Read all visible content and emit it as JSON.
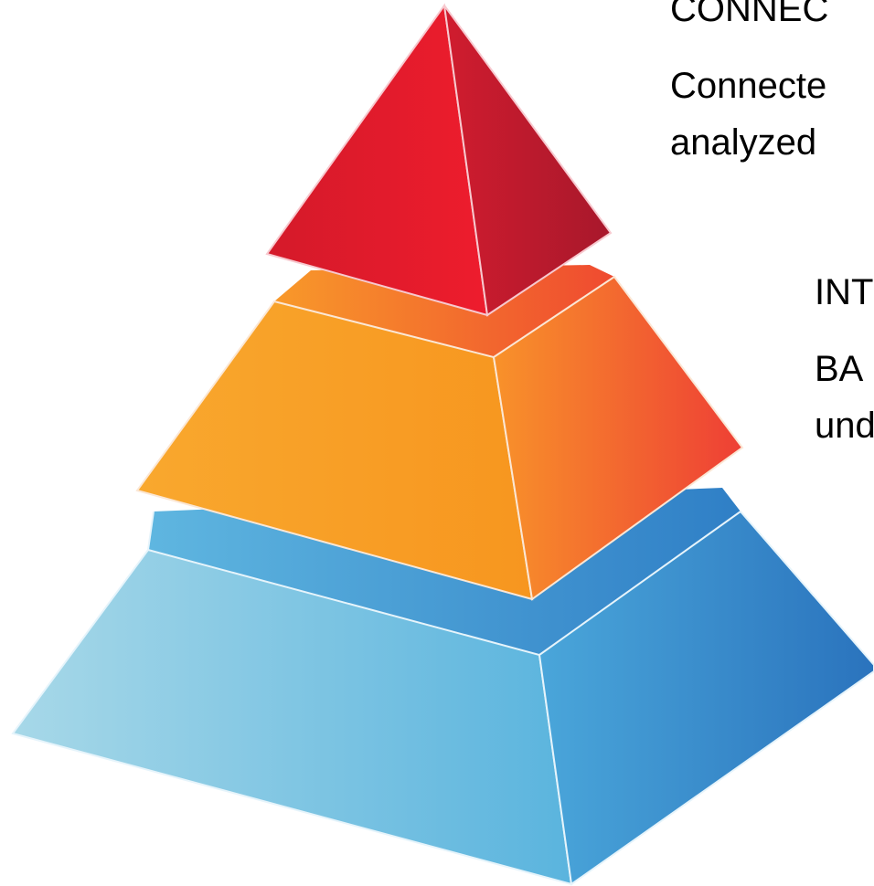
{
  "labels": {
    "top_heading": "CONNEC",
    "top_line1": "Connecte",
    "top_line2": "analyzed",
    "middle_heading": "INT",
    "middle_line1": "BA",
    "middle_line2": "und"
  },
  "colors": {
    "red_light": "#e8192c",
    "red_dark": "#b81a2e",
    "orange_light": "#f9a12e",
    "orange_dark": "#ee3f35",
    "blue_light": "#9cd3e6",
    "blue_dark": "#2a78c2",
    "edge": "#fbe7d5"
  }
}
